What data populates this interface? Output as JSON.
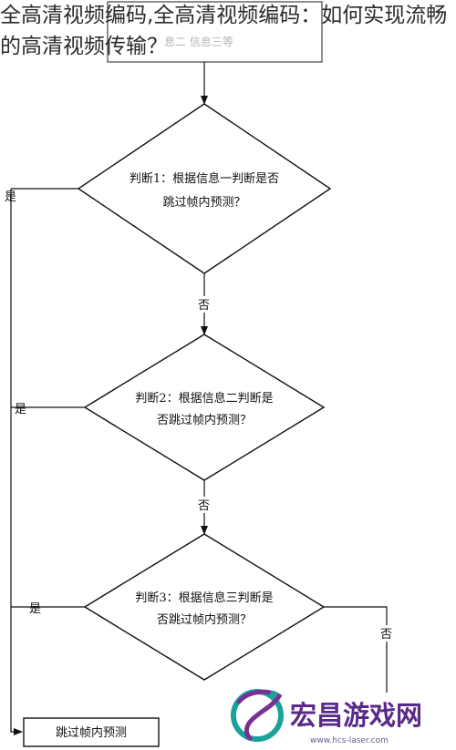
{
  "title": "全高清视频编码,全高清视频编码：如何实现流畅的高清视频传输？",
  "top_box": {
    "partial_text": "息二  信息三等"
  },
  "decisions": [
    {
      "line1": "判断1：根据信息一判断是否",
      "line2": "跳过帧内预测？"
    },
    {
      "line1": "判断2：根据信息二判断是",
      "line2": "否跳过帧内预测？"
    },
    {
      "line1": "判断3：根据信息三判断是",
      "line2": "否跳过帧内预测？"
    }
  ],
  "edge_labels": {
    "yes": "是",
    "no": "否"
  },
  "result_box": {
    "label": "跳过帧内预测"
  },
  "watermark": {
    "brand": "宏昌游戏网",
    "url": "www.hcs-laser.com"
  },
  "colors": {
    "logo_teal": "#1aa39a",
    "logo_purple": "#5a2a8a"
  }
}
